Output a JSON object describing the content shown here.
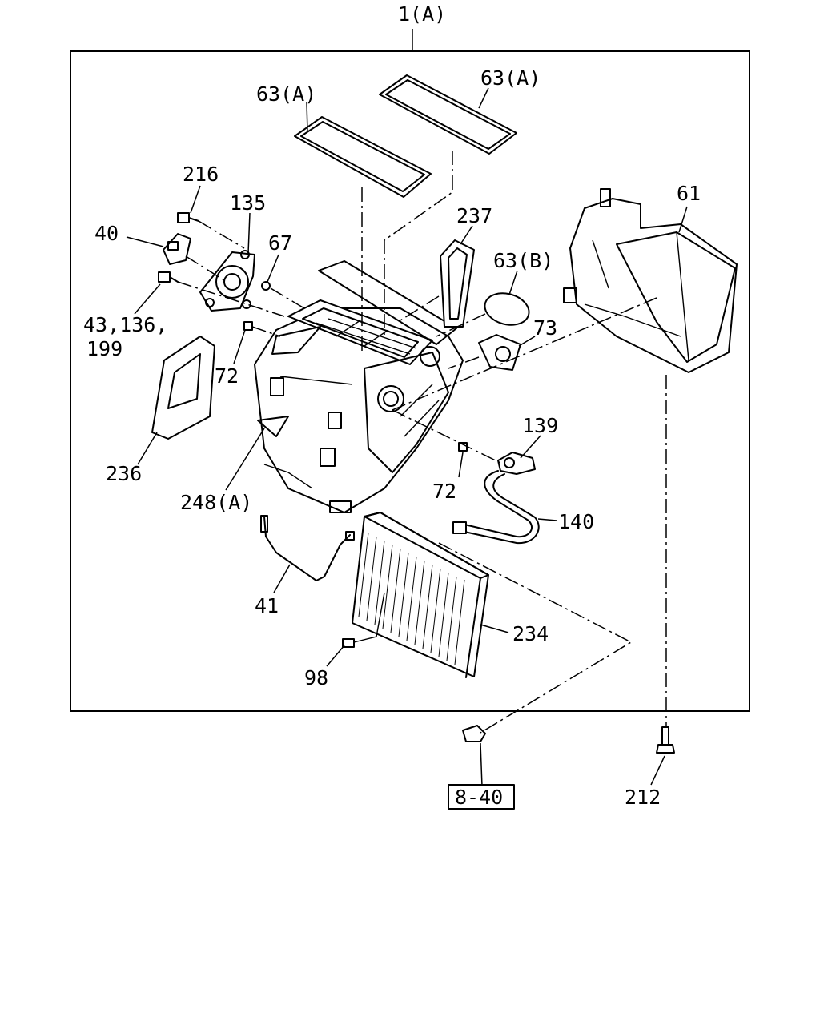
{
  "diagram": {
    "labels": {
      "assembly": "1(A)",
      "seal_left": "63(A)",
      "seal_right": "63(A)",
      "p216": "216",
      "p135": "135",
      "p40": "40",
      "p67": "67",
      "p237": "237",
      "p63b": "63(B)",
      "p61": "61",
      "p43_line1": "43,136,",
      "p43_line2": "199",
      "p73": "73",
      "p72a": "72",
      "p139": "139",
      "p236": "236",
      "p248a": "248(A)",
      "p72b": "72",
      "p140": "140",
      "p41": "41",
      "p234": "234",
      "p98": "98",
      "ref_box": "8-40",
      "p212": "212"
    }
  }
}
